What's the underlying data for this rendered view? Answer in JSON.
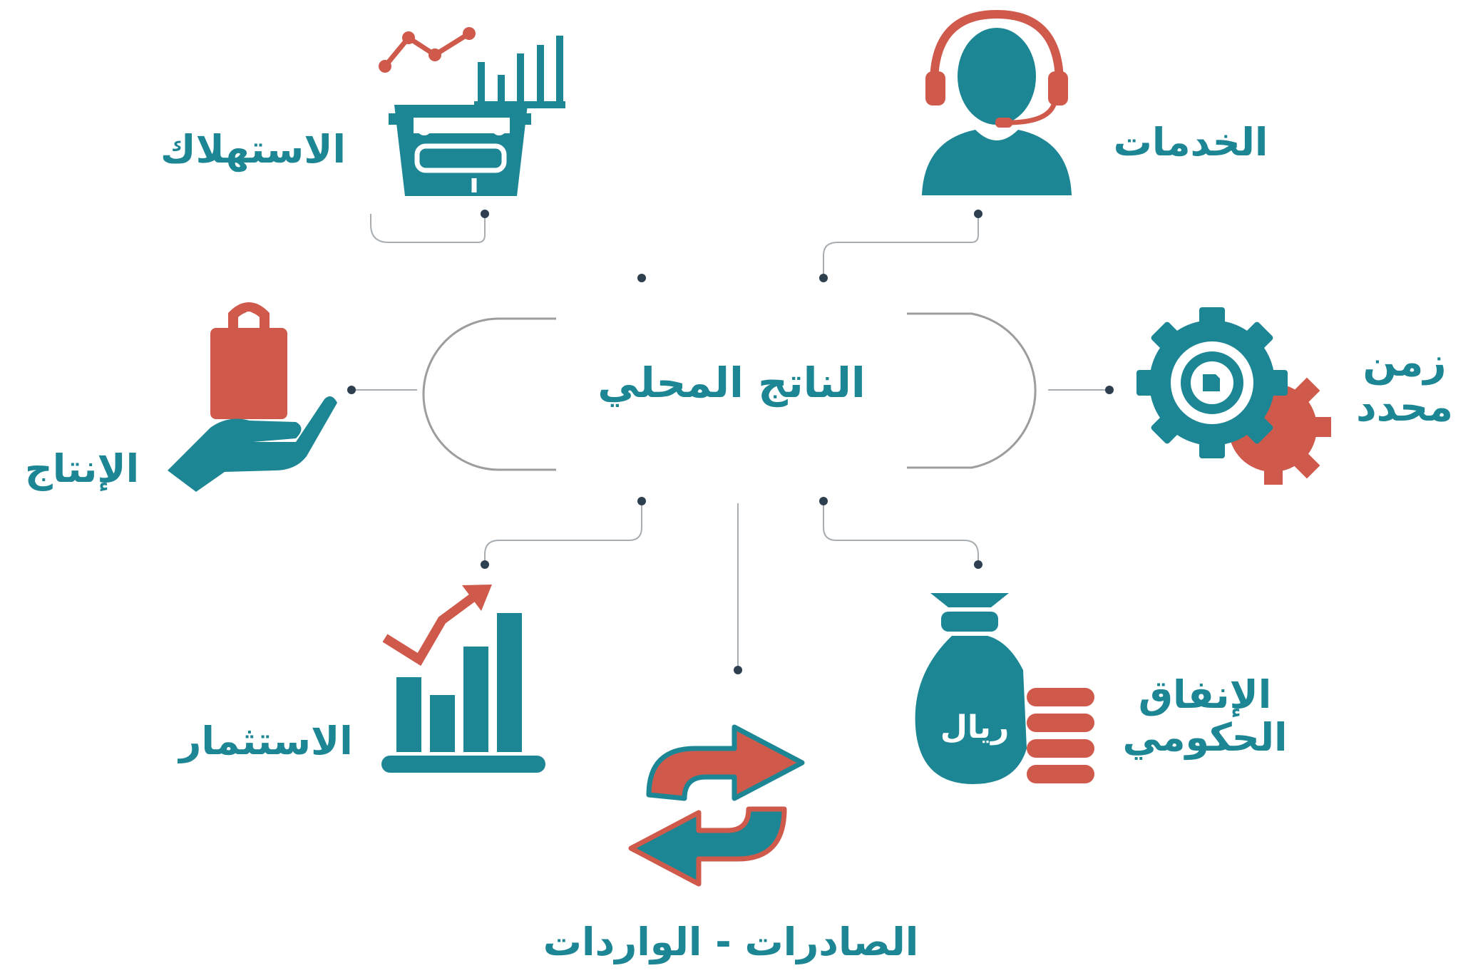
{
  "colors": {
    "teal": "#1d8694",
    "coral": "#cf5a4c",
    "connector": "#a8adb1",
    "dot": "#2e3f4f",
    "bracket": "#9d9d9d"
  },
  "center": {
    "title": "الناتج المحلي"
  },
  "nodes": [
    {
      "id": "consumption",
      "label": "الاستهلاك",
      "icon": "shopping-basket-chart-icon"
    },
    {
      "id": "services",
      "label": "الخدمات",
      "icon": "customer-service-headset-icon"
    },
    {
      "id": "production",
      "label": "الإنتاج",
      "icon": "hand-holding-bag-icon"
    },
    {
      "id": "time",
      "label_line1": "زمن",
      "label_line2": "محدد",
      "icon": "gear-clock-icon"
    },
    {
      "id": "investment",
      "label": "الاستثمار",
      "icon": "growth-bar-chart-icon"
    },
    {
      "id": "trade",
      "label": "الصادرات - الواردات",
      "icon": "exchange-arrows-icon"
    },
    {
      "id": "gov_spending",
      "label_line1": "الإنفاق",
      "label_line2": "الحكومي",
      "icon": "money-bag-coins-icon",
      "bag_text": "ريال"
    }
  ]
}
